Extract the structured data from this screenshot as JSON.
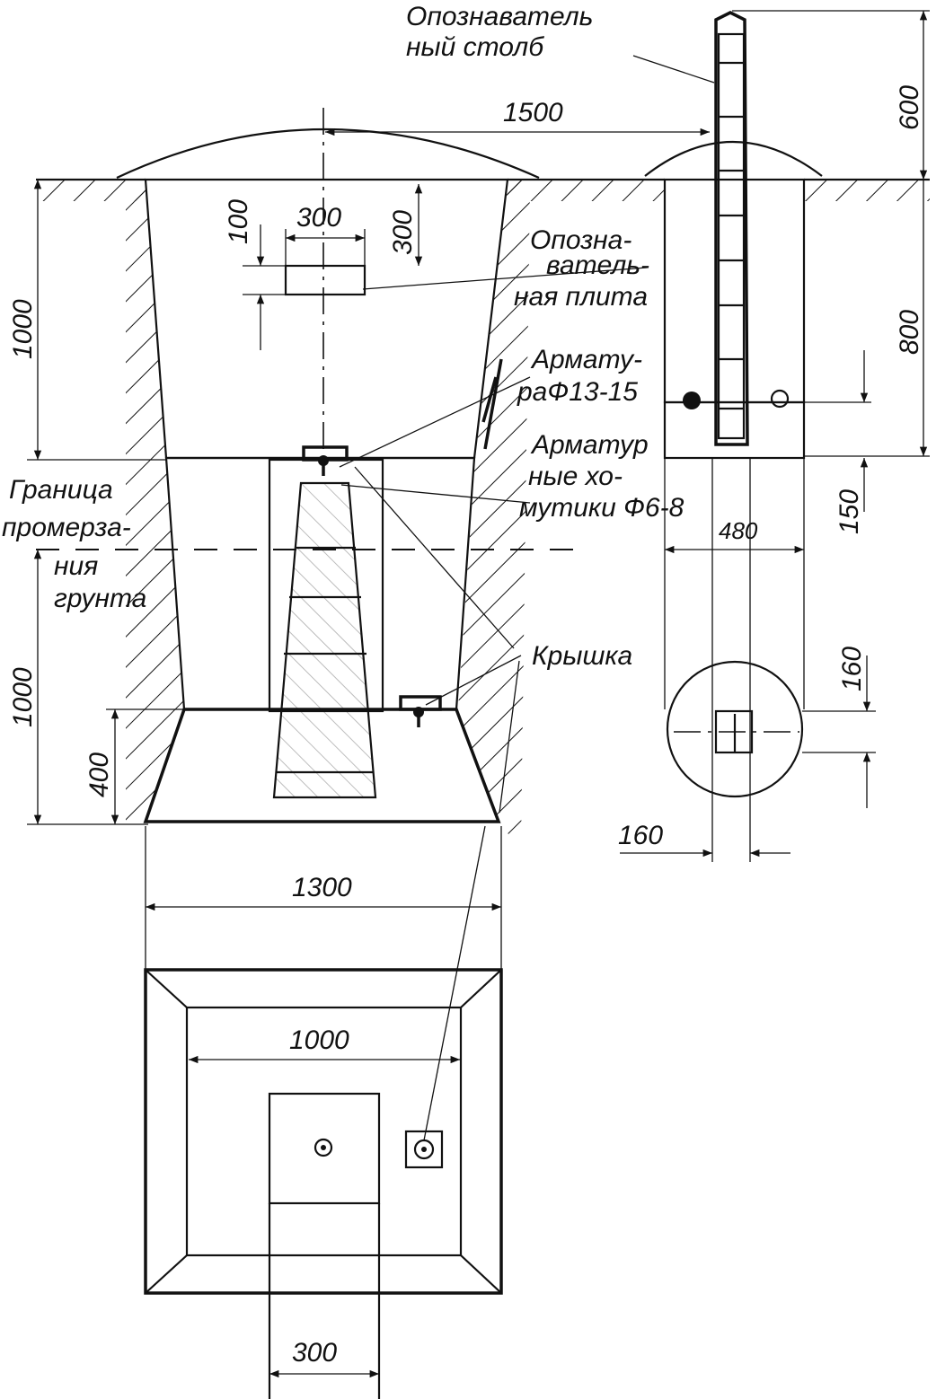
{
  "labels": {
    "marker_post": [
      "Опознаватель",
      "ный  столб"
    ],
    "marker_plate": [
      "Опозна-",
      "ватель-",
      "ная плита"
    ],
    "rebar": [
      "Армату-",
      "раФ13-15"
    ],
    "clamps": [
      "Арматур",
      "ные хо-",
      "мутики Ф6-8"
    ],
    "frost_line": [
      "Граница",
      "промерза-",
      "ния",
      "грунта"
    ],
    "cover": "Крышка"
  },
  "dimensions": {
    "d1500": "1500",
    "d600": "600",
    "d800": "800",
    "d300_plate_w": "300",
    "d100": "100",
    "d300_plate_h": "300",
    "d1000_top": "1000",
    "d1000_bottom": "1000",
    "d400": "400",
    "d150": "150",
    "d480": "480",
    "d160_v": "160",
    "d160_h": "160",
    "d1300": "1300",
    "d1000_plan": "1000",
    "d300_plan": "300"
  },
  "colors": {
    "ink": "#111111",
    "paper": "#ffffff"
  }
}
